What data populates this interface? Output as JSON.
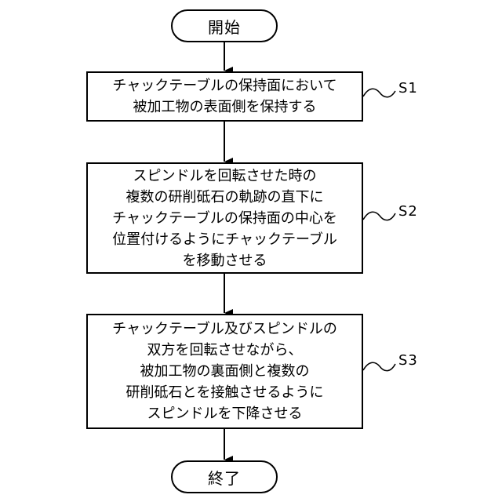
{
  "start": {
    "label": "開始"
  },
  "end": {
    "label": "終了"
  },
  "steps": [
    {
      "id": "S1",
      "lines": [
        "チャックテーブルの保持面において",
        "被加工物の表面側を保持する"
      ]
    },
    {
      "id": "S2",
      "lines": [
        "スピンドルを回転させた時の",
        "複数の研削砥石の軌跡の直下に",
        "チャックテーブルの保持面の中心を",
        "位置付けるようにチャックテーブル",
        "を移動させる"
      ]
    },
    {
      "id": "S3",
      "lines": [
        "チャックテーブル及びスピンドルの",
        "双方を回転させながら、",
        "被加工物の裏面側と複数の",
        "研削砥石とを接触させるように",
        "スピンドルを下降させる"
      ]
    }
  ]
}
